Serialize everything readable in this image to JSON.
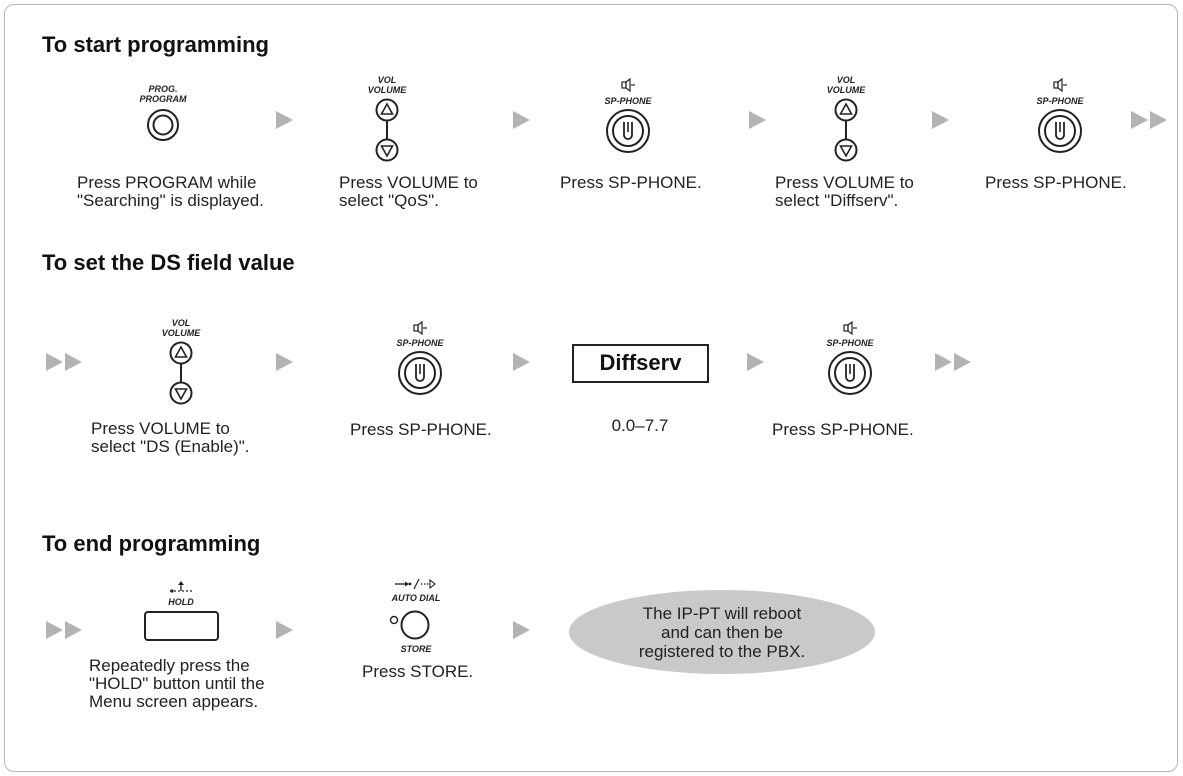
{
  "sections": {
    "start": {
      "title": "To start programming",
      "steps": [
        {
          "button": "program",
          "label": "PROG.\nPROGRAM",
          "caption": "Press PROGRAM while\n\"Searching\" is displayed."
        },
        {
          "button": "volume",
          "label": "VOL\nVOLUME",
          "caption": "Press VOLUME to\nselect \"QoS\"."
        },
        {
          "button": "sp-phone",
          "label": "SP-PHONE",
          "caption": "Press SP-PHONE."
        },
        {
          "button": "volume",
          "label": "VOL\nVOLUME",
          "caption": "Press VOLUME to\nselect \"Diffserv\"."
        },
        {
          "button": "sp-phone",
          "label": "SP-PHONE",
          "caption": "Press SP-PHONE."
        }
      ]
    },
    "ds": {
      "title": "To set the DS field value",
      "steps": [
        {
          "button": "volume",
          "label": "VOL\nVOLUME",
          "caption": "Press VOLUME to\nselect \"DS (Enable)\"."
        },
        {
          "button": "sp-phone",
          "label": "SP-PHONE",
          "caption": "Press SP-PHONE."
        },
        {
          "button": "display",
          "label": "Diffserv",
          "caption": "0.0–7.7"
        },
        {
          "button": "sp-phone",
          "label": "SP-PHONE",
          "caption": "Press SP-PHONE."
        }
      ]
    },
    "end": {
      "title": "To end programming",
      "steps": [
        {
          "button": "hold",
          "label": "HOLD",
          "caption": "Repeatedly press the\n\"HOLD\" button until the\nMenu screen appears."
        },
        {
          "button": "store",
          "label_top": "AUTO DIAL",
          "label_bottom": "STORE",
          "caption": "Press STORE."
        }
      ],
      "note": "The IP-PT will reboot\nand can then be\nregistered to the PBX."
    }
  }
}
